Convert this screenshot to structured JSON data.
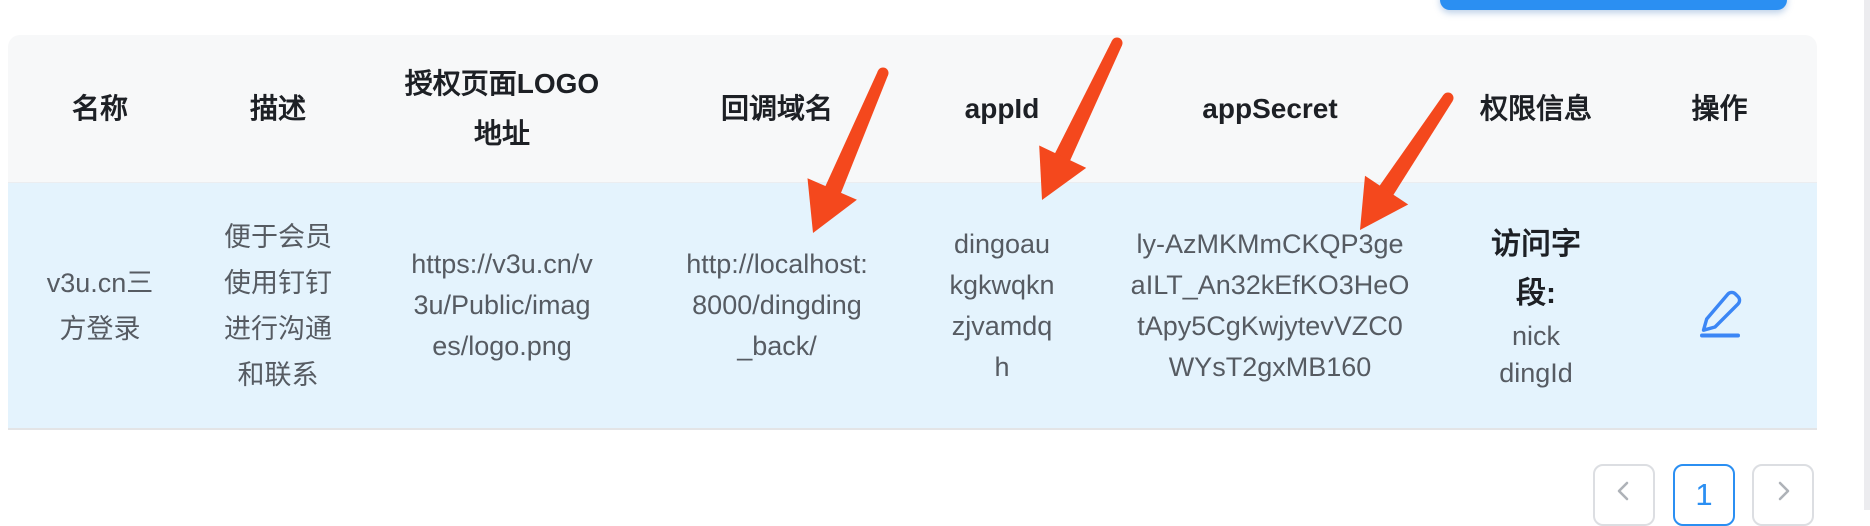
{
  "colors": {
    "accent_blue": "#2b8ff2",
    "row_highlight": "#e4f3fd",
    "header_bg": "#f7f8f9",
    "arrow_red": "#f4481d",
    "edit_icon_blue": "#3b86f5"
  },
  "table": {
    "header": {
      "name": "名称",
      "description": "描述",
      "logo": [
        "授权页面LOGO",
        "地址"
      ],
      "callback": "回调域名",
      "app_id": "appId",
      "app_secret": "appSecret",
      "permission": "权限信息",
      "action": "操作"
    },
    "row": {
      "name": [
        "v3u.cn三",
        "方登录"
      ],
      "description": [
        "便于会员",
        "使用钉钉",
        "进行沟通",
        "和联系"
      ],
      "logo_url": [
        "https://v3u.cn/v",
        "3u/Public/imag",
        "es/logo.png"
      ],
      "callback_url": [
        "http://localhost:",
        "8000/dingding",
        "_back/"
      ],
      "app_id": [
        "dingoau",
        "kgkwqkn",
        "zjvamdq",
        "h"
      ],
      "app_secret": [
        "ly-AzMKMmCKQP3ge",
        "aILT_An32kEfKO3HeO",
        "tApy5CgKwjytevVZC0",
        "WYsT2gxMB160"
      ],
      "permission_label": [
        "访问字",
        "段:"
      ],
      "permission_values": [
        "nick",
        "dingId"
      ]
    }
  },
  "icons": {
    "edit": "pencil-icon",
    "prev": "chevron-left-icon",
    "next": "chevron-right-icon"
  },
  "annotations": {
    "arrow_targets": [
      "回调域名",
      "appId",
      "appSecret"
    ]
  },
  "pagination": {
    "page": "1"
  }
}
